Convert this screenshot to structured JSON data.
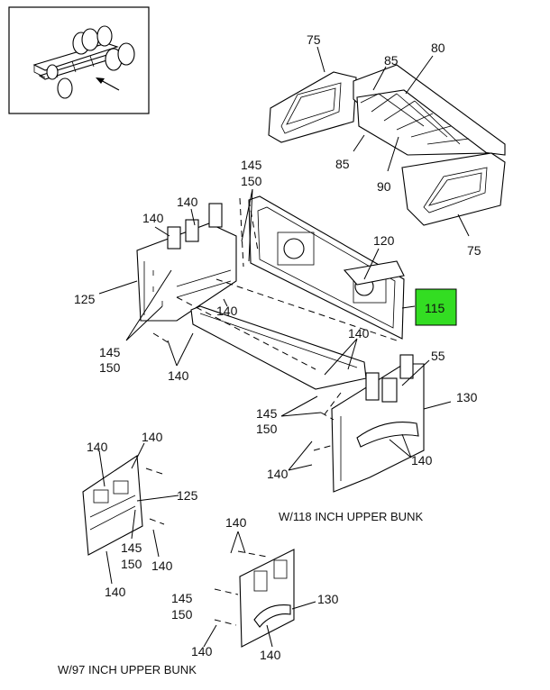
{
  "diagram": {
    "highlight_color": "#33dd22",
    "highlighted_callout": "115",
    "callouts": {
      "c75_top": "75",
      "c85_top": "85",
      "c80": "80",
      "c85_low": "85",
      "c90": "90",
      "c75_low": "75",
      "c145_a": "145",
      "c150_a": "150",
      "c140_a": "140",
      "c140_b": "140",
      "c125_a": "125",
      "c120": "120",
      "c115": "115",
      "c140_c": "140",
      "c145_b": "145",
      "c150_b": "150",
      "c140_d": "140",
      "c140_e": "140",
      "c55": "55",
      "c130_a": "130",
      "c145_c": "145",
      "c150_c": "150",
      "c140_f": "140",
      "c140_g": "140",
      "c140_h": "140",
      "c140_i": "140",
      "c125_b": "125",
      "c145_d": "145",
      "c150_d": "150",
      "c140_j": "140",
      "c140_k": "140",
      "c140_l": "140",
      "c145_e": "145",
      "c150_e": "150",
      "c130_b": "130",
      "c140_m": "140",
      "c140_n": "140"
    },
    "captions": {
      "w118": "W/118 INCH UPPER BUNK",
      "w97": "W/97 INCH UPPER BUNK"
    }
  }
}
